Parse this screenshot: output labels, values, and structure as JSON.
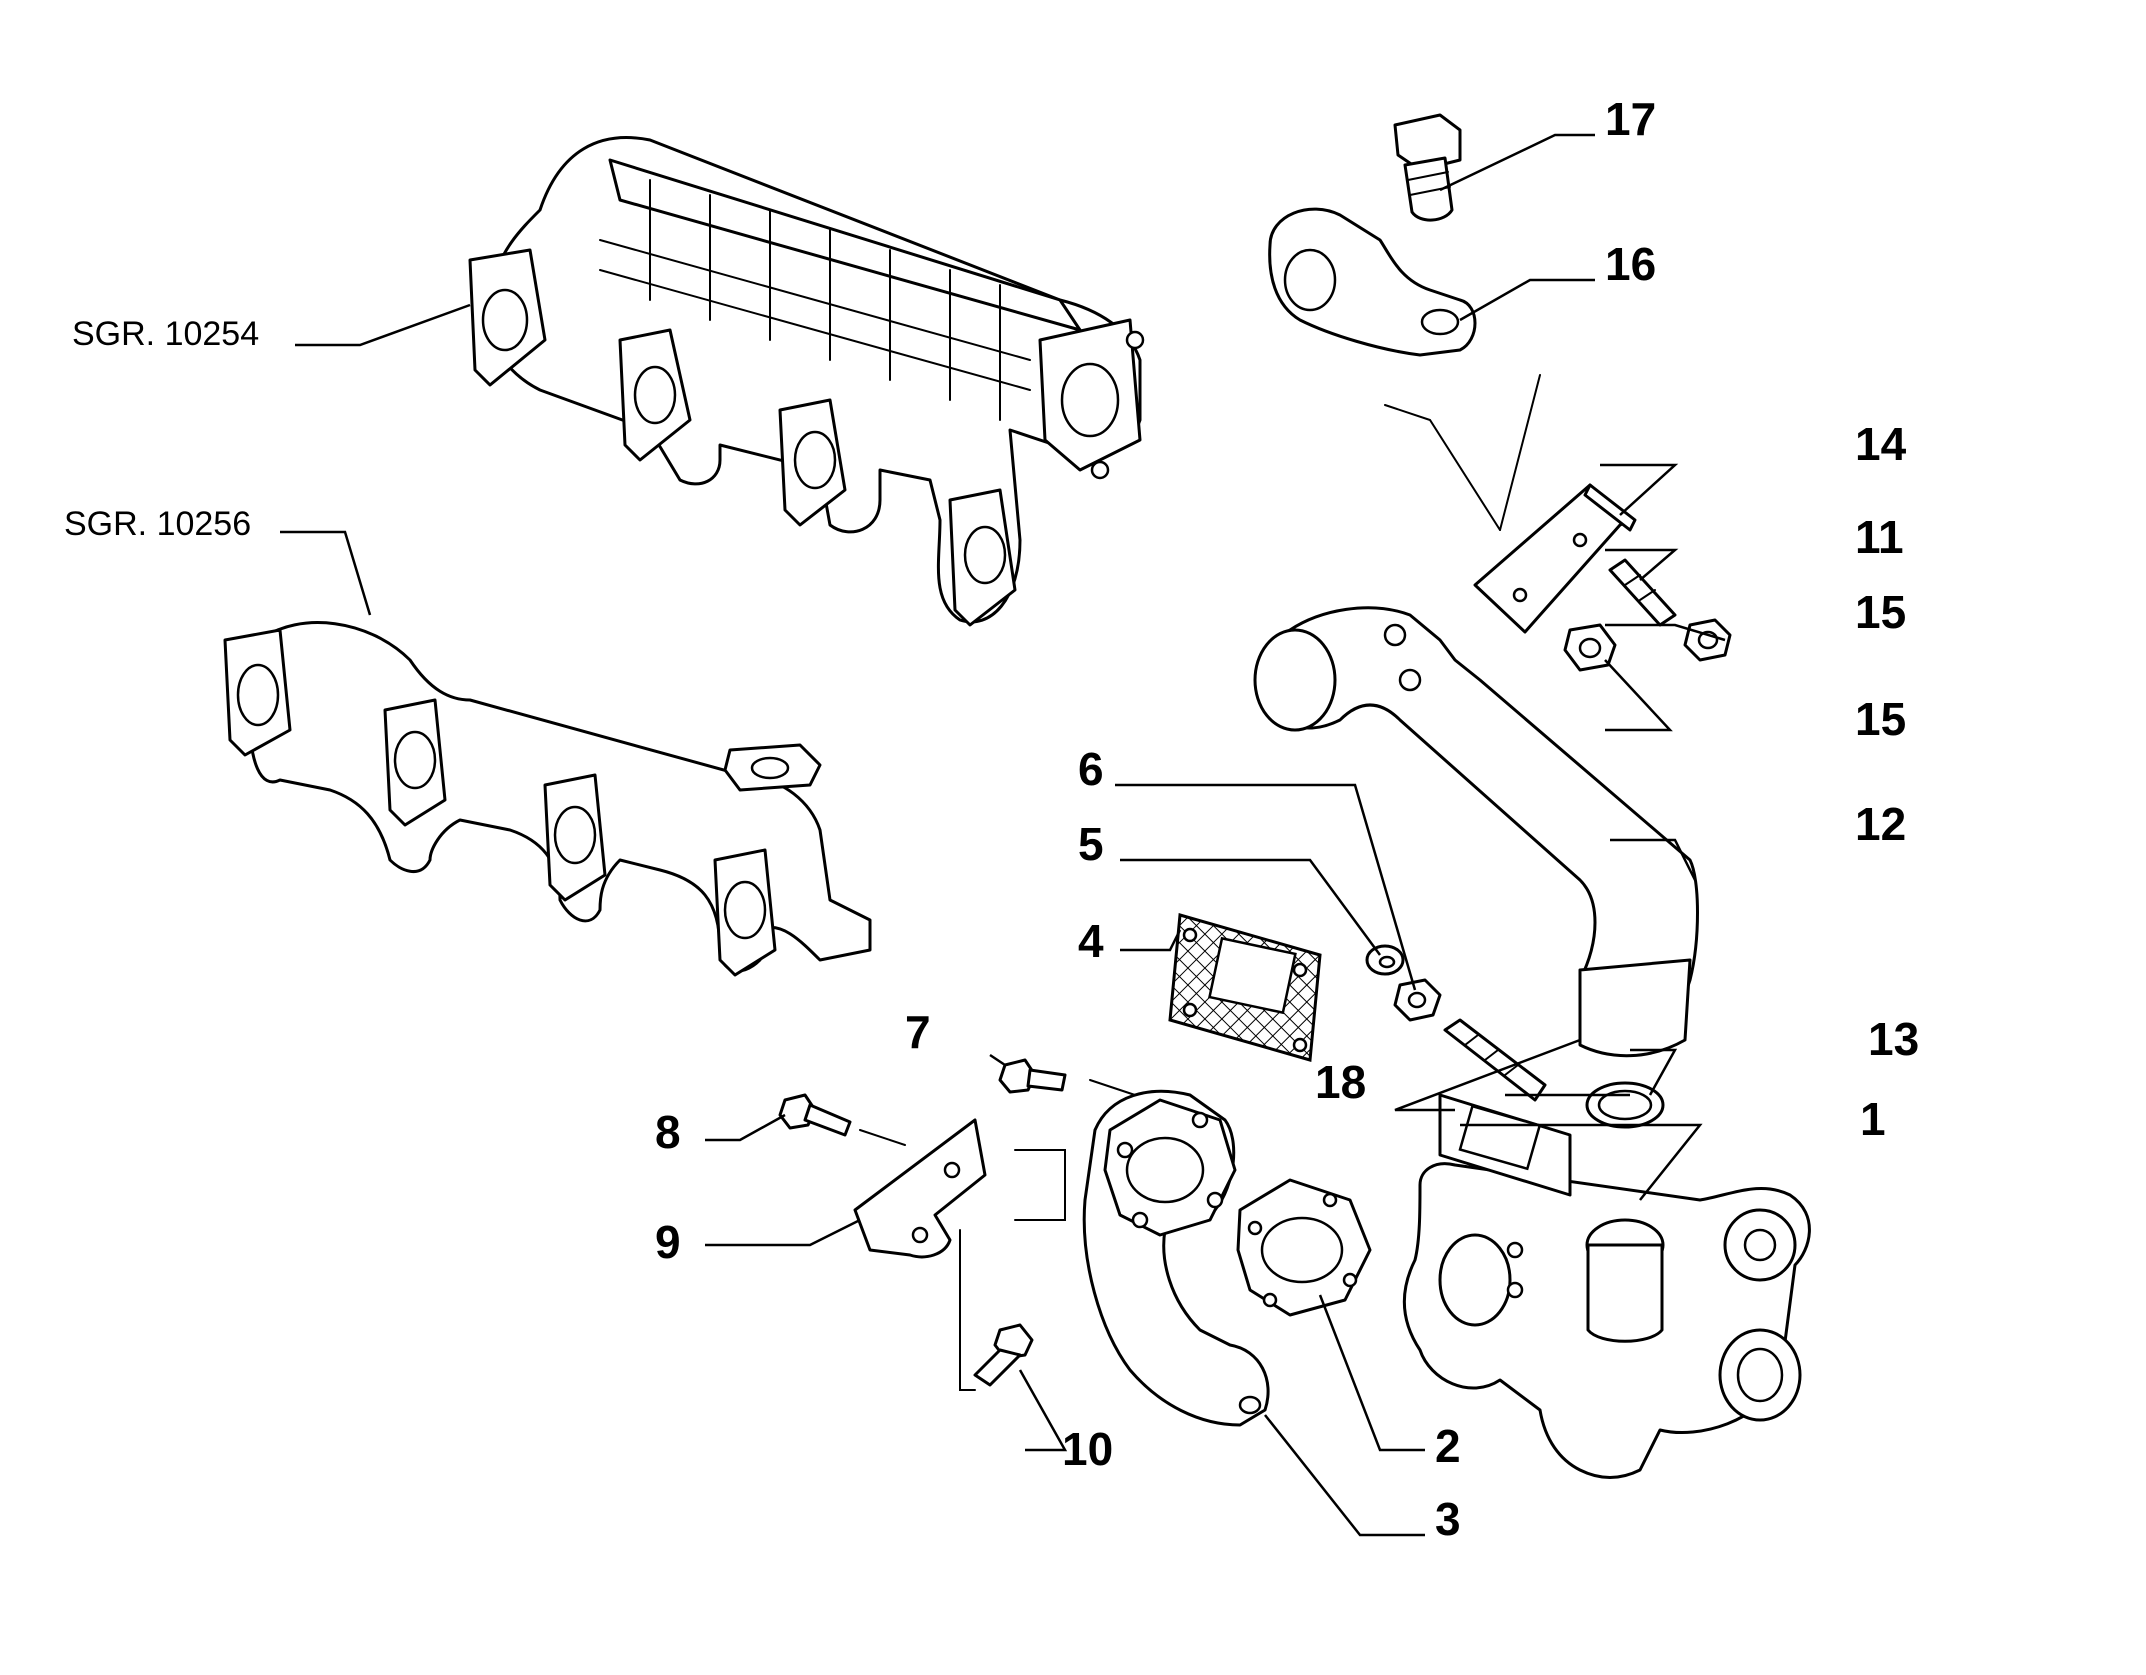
{
  "references": {
    "sgr_10254": "SGR. 10254",
    "sgr_10256": "SGR. 10256"
  },
  "callouts": {
    "c1": "1",
    "c2": "2",
    "c3": "3",
    "c4": "4",
    "c5": "5",
    "c6": "6",
    "c7": "7",
    "c8": "8",
    "c9": "9",
    "c10": "10",
    "c11": "11",
    "c12": "12",
    "c13": "13",
    "c14": "14",
    "c15a": "15",
    "c15b": "15",
    "c16": "16",
    "c17": "17",
    "c18": "18"
  },
  "colors": {
    "line": "#000000",
    "background": "#ffffff"
  }
}
